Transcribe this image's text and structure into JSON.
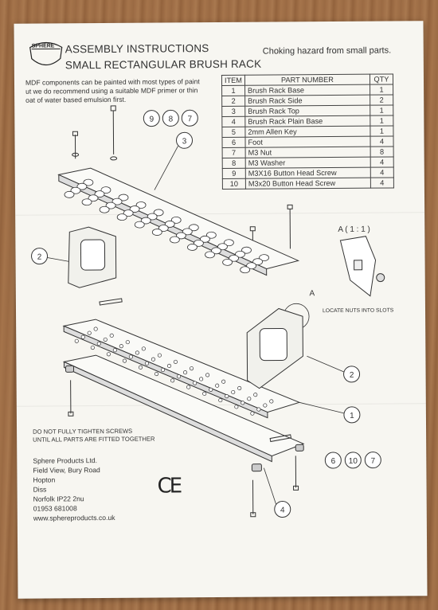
{
  "header": {
    "logo_text": "SPHERE",
    "title_line1": "ASSEMBLY INSTRUCTIONS",
    "title_line2": "SMALL RECTANGULAR BRUSH RACK",
    "choking_notice": "Choking hazard from small parts."
  },
  "intro": {
    "line1": "MDF components can be painted with most types of paint",
    "line2": "ut we do recommend using a suitable MDF primer or thin",
    "line3": "oat of water based emulsion first."
  },
  "parts_table": {
    "headers": [
      "ITEM",
      "PART NUMBER",
      "QTY"
    ],
    "rows": [
      {
        "item": "1",
        "part": "Brush Rack Base",
        "qty": "1"
      },
      {
        "item": "2",
        "part": "Brush Rack Side",
        "qty": "2"
      },
      {
        "item": "3",
        "part": "Brush Rack Top",
        "qty": "1"
      },
      {
        "item": "4",
        "part": "Brush Rack Plain Base",
        "qty": "1"
      },
      {
        "item": "5",
        "part": "2mm Allen Key",
        "qty": "1"
      },
      {
        "item": "6",
        "part": "Foot",
        "qty": "4"
      },
      {
        "item": "7",
        "part": "M3 Nut",
        "qty": "8"
      },
      {
        "item": "8",
        "part": "M3 Washer",
        "qty": "4"
      },
      {
        "item": "9",
        "part": "M3X16 Button Head Screw",
        "qty": "4"
      },
      {
        "item": "10",
        "part": "M3x20 Button Head Screw",
        "qty": "4"
      }
    ]
  },
  "callouts": {
    "top_screw": [
      "9",
      "8",
      "7"
    ],
    "top_plate": "3",
    "left_side": "2",
    "right_side": "2",
    "base": "1",
    "plain_base": "4",
    "feet": [
      "6",
      "10",
      "7"
    ]
  },
  "detail": {
    "ref": "A",
    "title": "A ( 1 : 1 )",
    "note": "LOCATE NUTS INTO SLOTS"
  },
  "warning": {
    "line1": "DO NOT FULLY TIGHTEN SCREWS",
    "line2": "UNTIL ALL PARTS ARE FITTED TOGETHER"
  },
  "address": {
    "company": "Sphere Products Ltd.",
    "street": "Field View, Bury Road",
    "village": "Hopton",
    "town": "Diss",
    "postcode": "Norfolk IP22 2nu",
    "phone": "01953 681008",
    "web": "www.sphereproducts.co.uk"
  },
  "ce_mark": "CE"
}
